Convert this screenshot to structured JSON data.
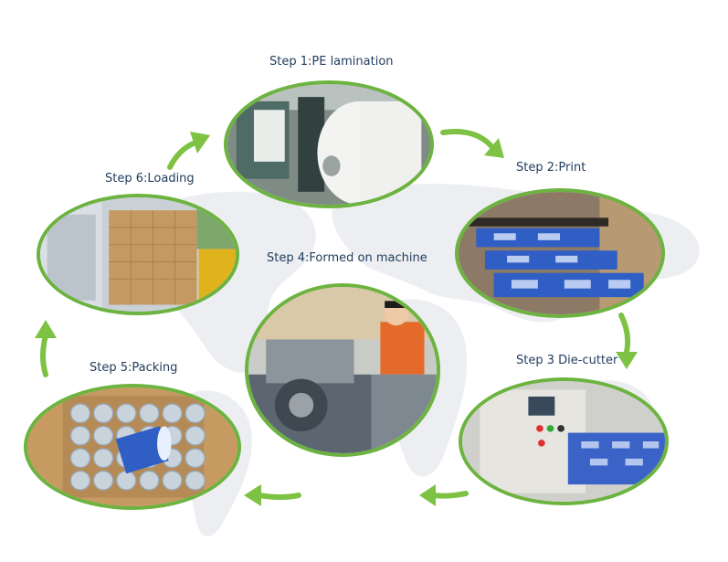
{
  "steps": {
    "step1": "Step 1:PE lamination",
    "step2": "Step 2:Print",
    "step3": "Step 3 Die-cutter",
    "step4": "Step 4:Formed on machine",
    "step5": "Step 5:Packing",
    "step6": "Step 6:Loading"
  },
  "colors": {
    "ring": "#6cb33f",
    "arrow": "#7dc243",
    "label": "#1f3b5c",
    "map": "#e9ebee"
  }
}
